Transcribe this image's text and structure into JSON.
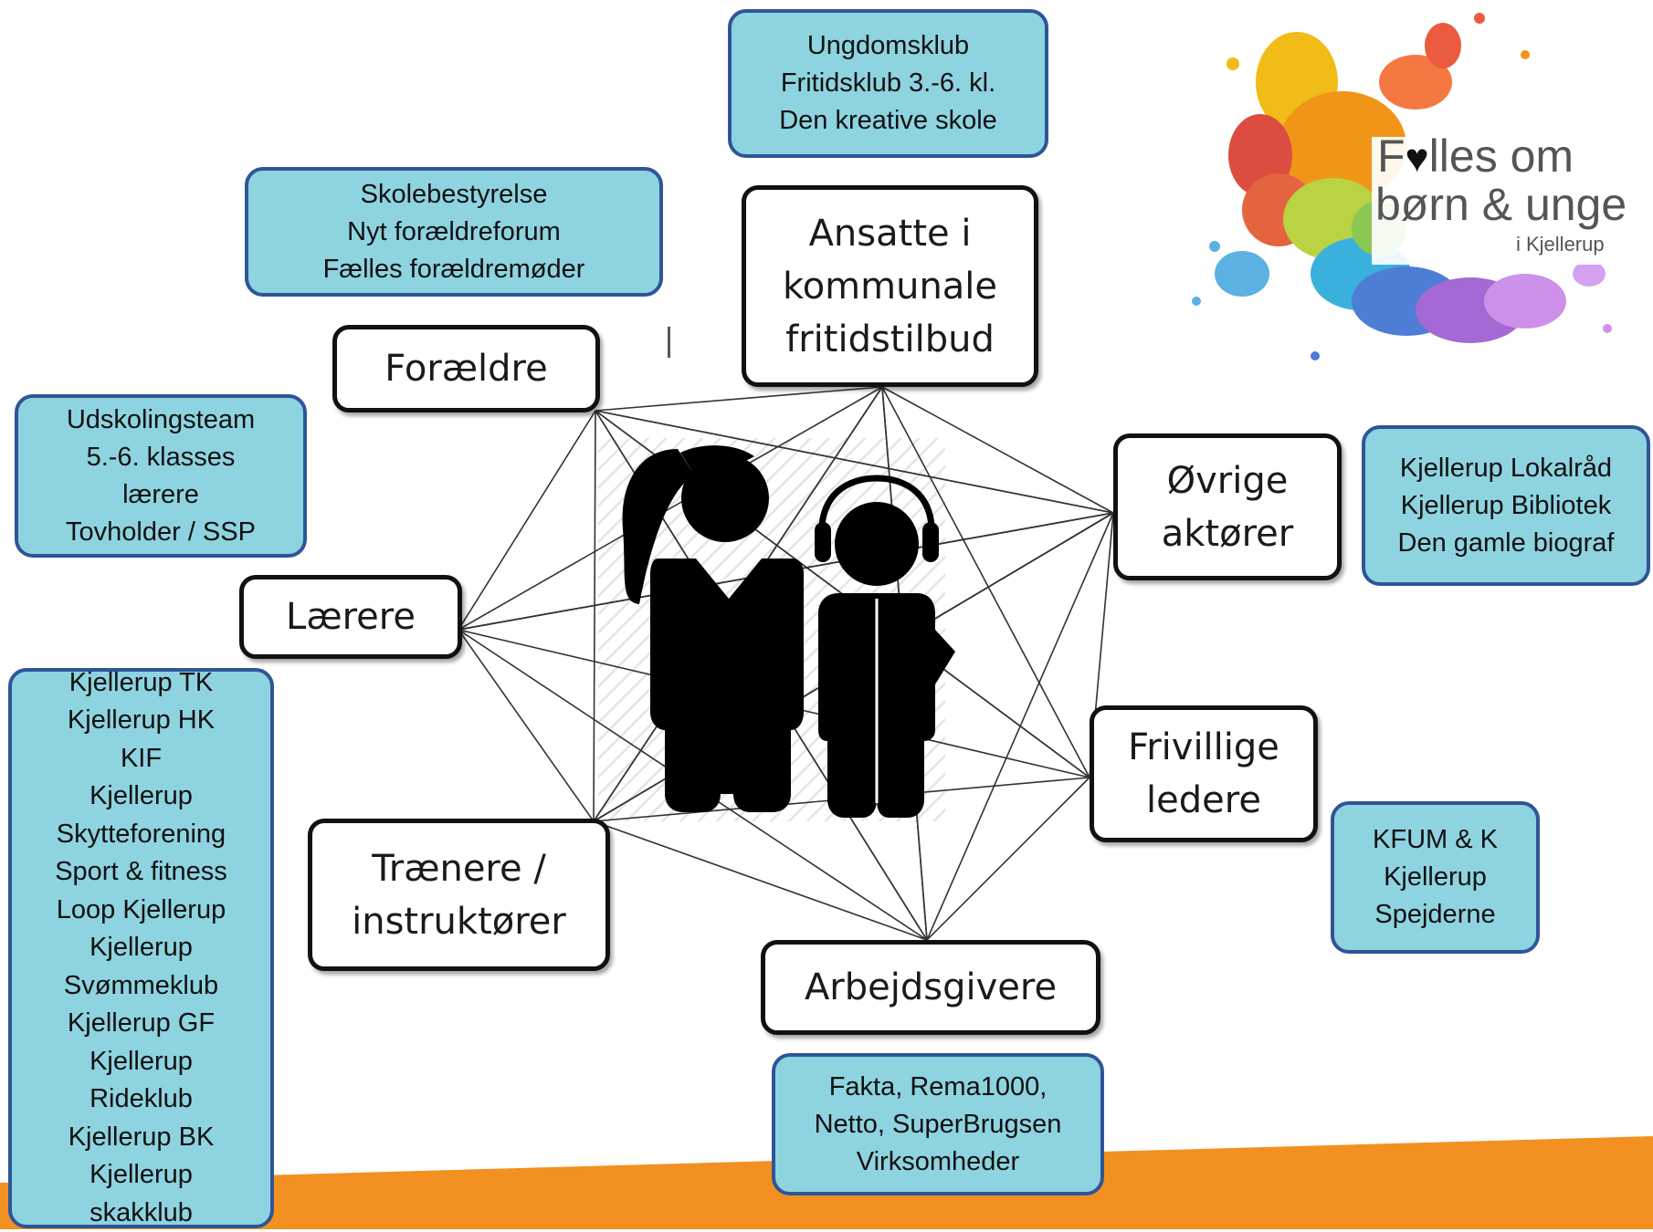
{
  "colors": {
    "info_fill": "#8ed3e0",
    "info_border": "#2f5597",
    "node_border": "#111111",
    "accent_orange": "#f39022"
  },
  "nodes": {
    "foraeldre": [
      "Forældre"
    ],
    "ansatte": [
      "Ansatte i",
      "kommunale",
      "fritidstilbud"
    ],
    "ovrige": [
      "Øvrige",
      "aktører"
    ],
    "laerere": [
      "Lærere"
    ],
    "frivillige": [
      "Frivillige",
      "ledere"
    ],
    "traenere": [
      "Trænere /",
      "instruktører"
    ],
    "arbejdsgivere": [
      "Arbejdsgivere"
    ]
  },
  "info": {
    "ungdom": [
      "Ungdomsklub",
      "Fritidsklub 3.-6. kl.",
      "Den kreative skole"
    ],
    "skole": [
      "Skolebestyrelse",
      "Nyt forældreforum",
      "Fælles forældremøder"
    ],
    "udskoling": [
      "Udskolingsteam",
      "5.-6. klasses",
      "lærere",
      "Tovholder / SSP"
    ],
    "lokal": [
      "Kjellerup Lokalråd",
      "Kjellerup Bibliotek",
      "Den gamle biograf"
    ],
    "kfum": [
      "KFUM & K",
      "Kjellerup",
      "Spejderne"
    ],
    "fakta": [
      "Fakta, Rema1000,",
      "Netto, SuperBrugsen",
      "Virksomheder"
    ],
    "klubber": [
      "Kjellerup TK",
      "Kjellerup HK",
      "KIF",
      "Kjellerup",
      "Skytteforening",
      "Sport & fitness",
      "Loop Kjellerup",
      "Kjellerup",
      "Svømmeklub",
      "Kjellerup GF",
      "Kjellerup",
      "Rideklub",
      "Kjellerup BK",
      "Kjellerup",
      "skakklub"
    ]
  },
  "logo": {
    "line1_a": "F",
    "line1_b": "lles om",
    "line2": "børn & unge",
    "line3": "i Kjellerup"
  }
}
